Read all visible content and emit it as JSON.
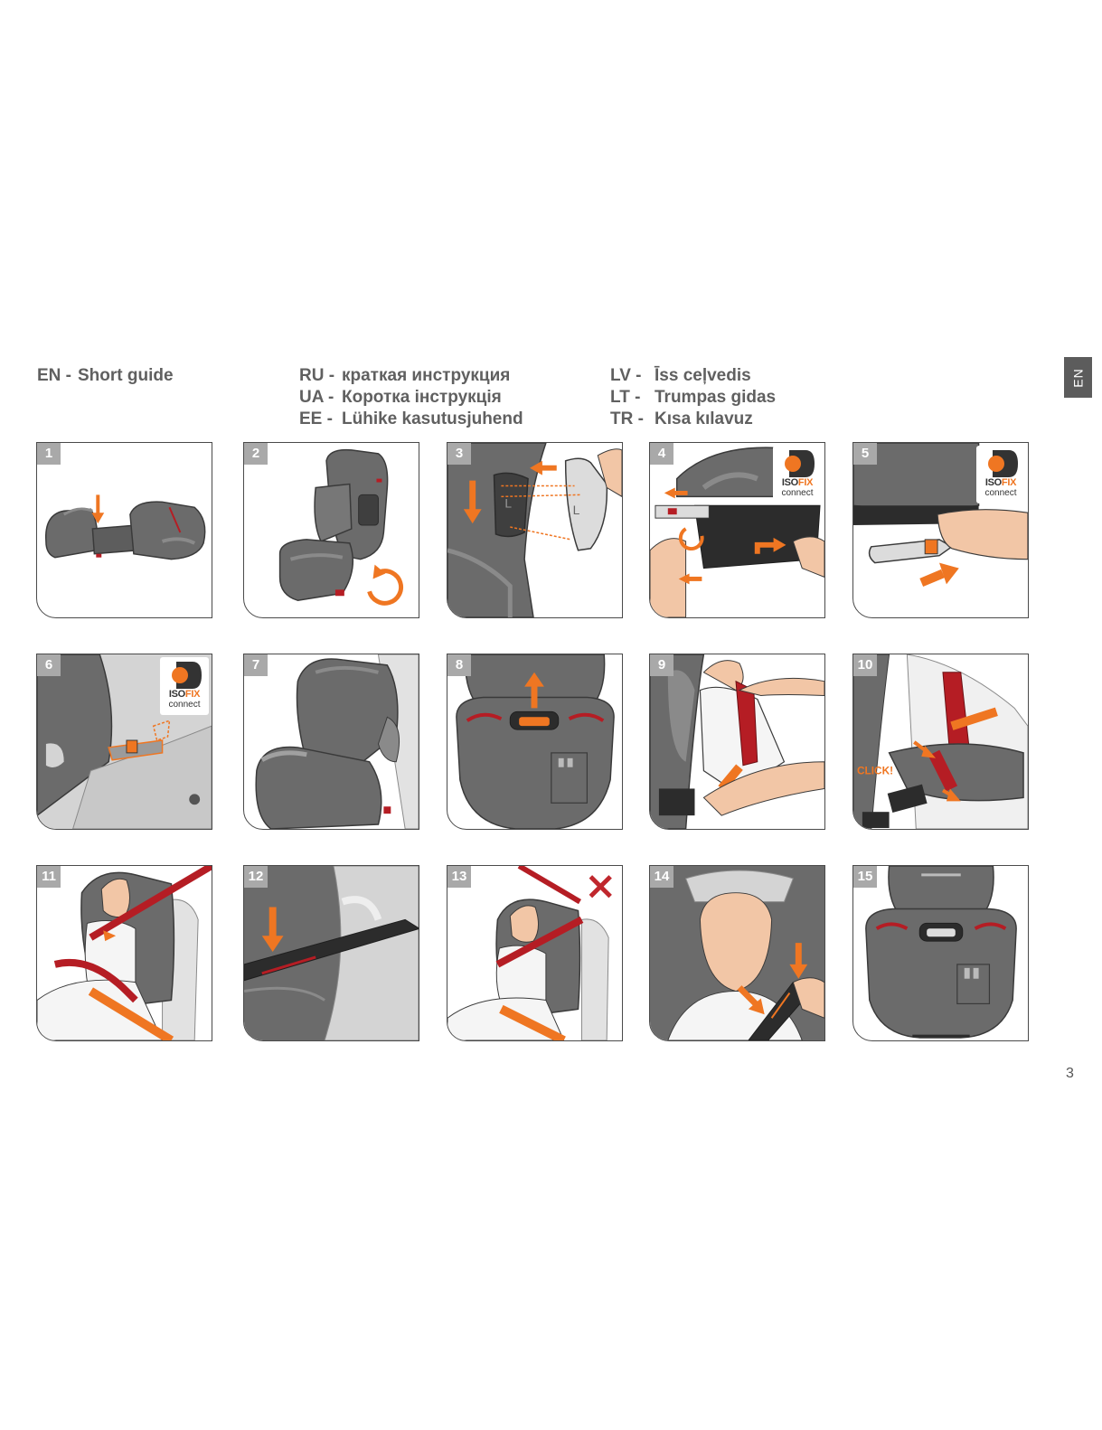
{
  "headings": {
    "en": {
      "code": "EN -",
      "text": "Short guide"
    },
    "middle": [
      {
        "code": "RU -",
        "text": "краткая инструкция"
      },
      {
        "code": "UA -",
        "text": "Коротка інструкція"
      },
      {
        "code": "EE -",
        "text": "Lühike kasutusjuhend"
      }
    ],
    "right": [
      {
        "code": "LV  -",
        "text": "Īss ceļvedis"
      },
      {
        "code": "LT  -",
        "text": "Trumpas gidas"
      },
      {
        "code": "TR -",
        "text": "Kısa kılavuz"
      }
    ]
  },
  "side_tab": "EN",
  "isofix_badge": {
    "line1_a": "ISO",
    "line1_b": "FIX",
    "line2": "connect"
  },
  "click_label": "CLICK!",
  "steps": [
    {
      "number": "1"
    },
    {
      "number": "2"
    },
    {
      "number": "3"
    },
    {
      "number": "4"
    },
    {
      "number": "5"
    },
    {
      "number": "6"
    },
    {
      "number": "7"
    },
    {
      "number": "8"
    },
    {
      "number": "9"
    },
    {
      "number": "10"
    },
    {
      "number": "11"
    },
    {
      "number": "12"
    },
    {
      "number": "13"
    },
    {
      "number": "14"
    },
    {
      "number": "15"
    }
  ],
  "page_number": "3",
  "colors": {
    "seat_grey": "#6b6b6b",
    "accent_orange": "#ef7622",
    "belt_red": "#b51d24",
    "text_grey": "#606060"
  }
}
